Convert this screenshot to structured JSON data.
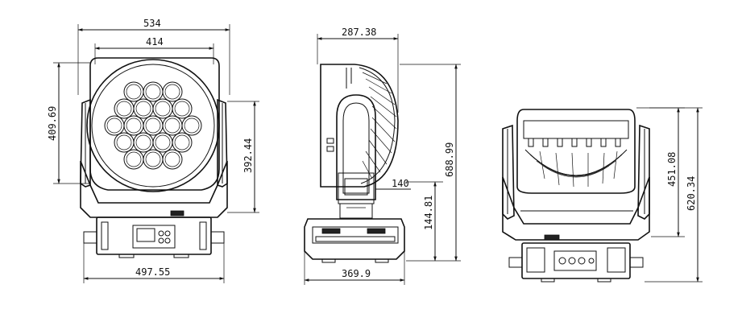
{
  "drawing": {
    "views": [
      "front",
      "side",
      "back"
    ],
    "dimensions": {
      "front_overall_width": "534",
      "front_lens_width": "414",
      "front_left_height": "409.69",
      "front_yoke_height": "392.44",
      "front_base_width": "497.55",
      "side_depth": "287.38",
      "side_total_height": "688.99",
      "side_base_inner": "140",
      "side_base_height": "144.81",
      "side_base_width": "369.9",
      "back_yoke_height": "451.08",
      "back_total_height": "620.34"
    },
    "lens_count": 19
  }
}
